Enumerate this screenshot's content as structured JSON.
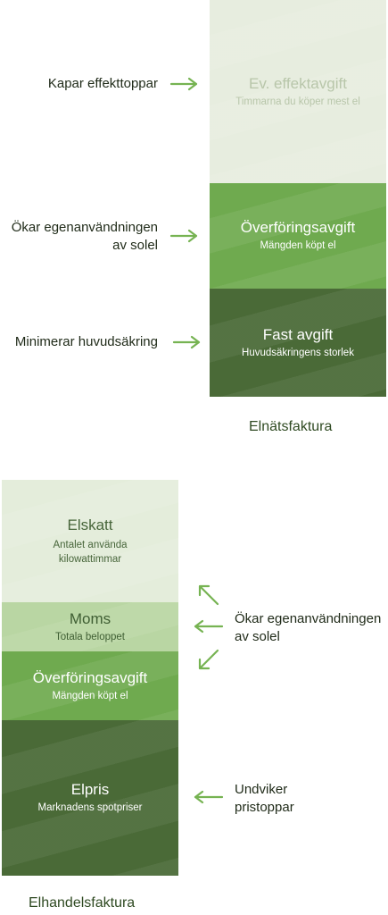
{
  "colors": {
    "dark_green": "#4a6a37",
    "mid_green": "#6faa4f",
    "pale_green": "#b9d6a3",
    "light_green": "#e7eddf",
    "arrow": "#76b352"
  },
  "grid_invoice": {
    "caption": "Elnätsfaktura",
    "blocks": [
      {
        "title": "Ev. effektavgift",
        "sub": "Timmarna du köper mest el"
      },
      {
        "title": "Överföringsavgift",
        "sub": "Mängden köpt el"
      },
      {
        "title": "Fast avgift",
        "sub": "Huvudsäkringens storlek"
      }
    ],
    "labels": [
      {
        "text": "Kapar effekttoppar"
      },
      {
        "line1": "Ökar egenanvändningen",
        "line2": "av solel"
      },
      {
        "text": "Minimerar huvudsäkring"
      }
    ]
  },
  "retail_invoice": {
    "caption": "Elhandelsfaktura",
    "blocks": [
      {
        "title": "Elskatt",
        "sub1": "Antalet använda",
        "sub2": "kilowattimmar"
      },
      {
        "title": "Moms",
        "sub": "Totala beloppet"
      },
      {
        "title": "Överföringsavgift",
        "sub": "Mängden köpt el"
      },
      {
        "title": "Elpris",
        "sub": "Marknadens spotpriser"
      }
    ],
    "labels": [
      {
        "line1": "Ökar egenanvändningen",
        "line2": "av solel"
      },
      {
        "line1": "Undviker",
        "line2": "pristoppar"
      }
    ]
  }
}
